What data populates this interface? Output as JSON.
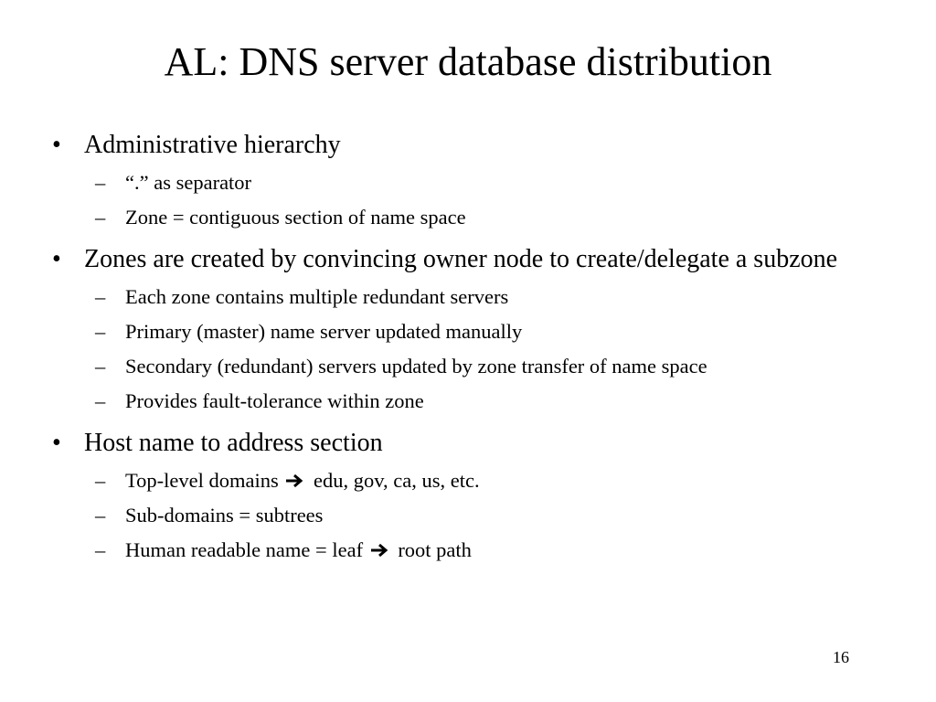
{
  "slide": {
    "title": "AL: DNS server database distribution",
    "page_number": "16",
    "bullets": [
      {
        "text": "Administrative hierarchy",
        "sub": [
          "“.” as separator",
          "Zone = contiguous section of name space"
        ]
      },
      {
        "text": "Zones are created by convincing owner node to create/delegate a subzone",
        "sub": [
          "Each zone contains multiple redundant servers",
          "Primary (master) name server updated manually",
          "Secondary (redundant) servers updated by zone transfer of name space",
          "Provides fault-tolerance within zone"
        ]
      },
      {
        "text": "Host name to address section",
        "sub": [
          {
            "before": "Top-level domains",
            "icon": "right-arrow-icon",
            "after": "edu, gov, ca, us, etc."
          },
          "Sub-domains = subtrees",
          {
            "before": "Human readable name = leaf",
            "icon": "right-arrow-icon",
            "after": "root path"
          }
        ]
      }
    ]
  }
}
